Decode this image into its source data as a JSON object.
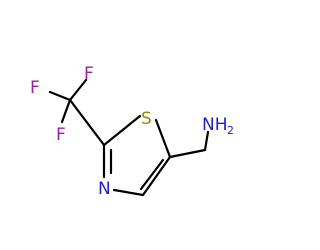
{
  "molecule": {
    "atoms": {
      "F_top": "F",
      "F_left": "F",
      "F_bottom": "F",
      "S": "S",
      "N": "N",
      "NH": "NH",
      "NH_sub": "2"
    },
    "colors": {
      "fluorine": "#9a1fa0",
      "sulfur": "#9a8a00",
      "nitrogen": "#1f1fd0",
      "bond": "#000000"
    }
  }
}
